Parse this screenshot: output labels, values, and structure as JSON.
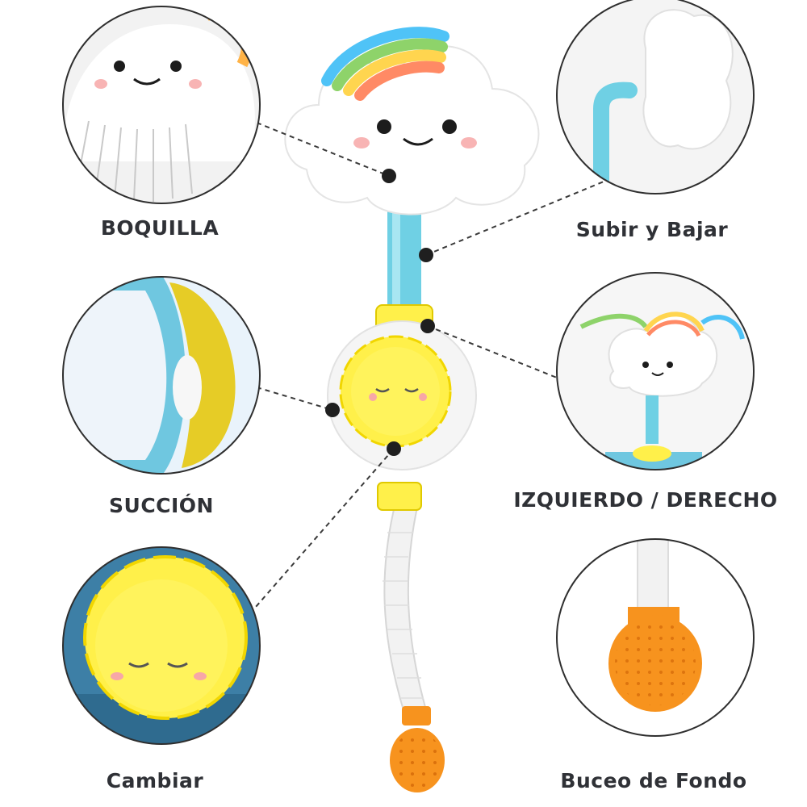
{
  "labels": {
    "boquilla": "BOQUILLA",
    "subir_bajar": "Subir y Bajar",
    "succion": "SUCCIÓN",
    "izquierdo_derecho": "IZQUIERDO / DERECHO",
    "cambiar": "Cambiar",
    "buceo": "Buceo de Fondo"
  },
  "colors": {
    "rainbow": [
      "#ff8a65",
      "#ffd54f",
      "#8ed36a",
      "#4fc3f7"
    ],
    "stem": "#6fd0e4",
    "sun": "#fff04a",
    "nozzle": "#f7931e",
    "hose": "#f4f4f4",
    "leader": "#3a3a3a"
  }
}
